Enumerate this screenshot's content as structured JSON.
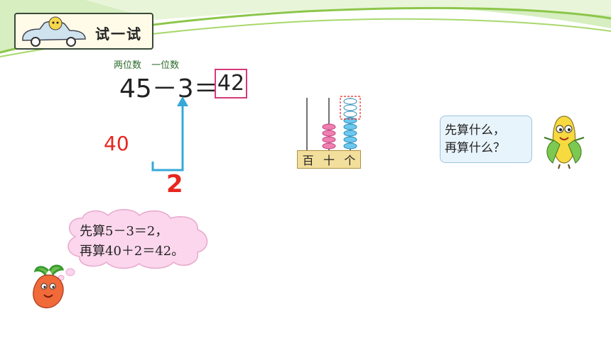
{
  "header": {
    "title": "试一试"
  },
  "equation": {
    "hint_tens": "两位数",
    "hint_ones": "一位数",
    "expression": "45－3＝",
    "answer": "42"
  },
  "decomposition": {
    "tens": "40",
    "ones": "2"
  },
  "abacus": {
    "labels": [
      "百",
      "十",
      "个"
    ],
    "tens_beads": 4,
    "ones_beads": 5,
    "ones_removed": 3
  },
  "question_bubble": {
    "line1": "先算什么，",
    "line2": "再算什么？"
  },
  "answer_cloud": {
    "line1": "先算5－3＝2，",
    "line2": "再算40＋2＝42。"
  },
  "colors": {
    "accent_red": "#e8261f",
    "answer_box": "#d63a7a",
    "arrow": "#35a8d8"
  }
}
